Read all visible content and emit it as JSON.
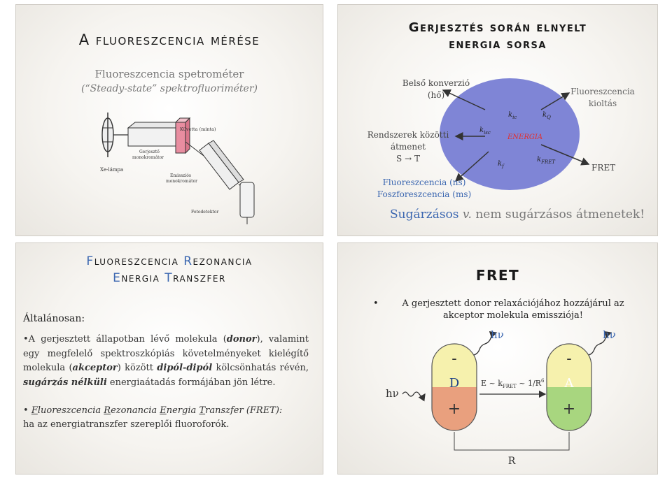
{
  "slide1": {
    "title": "A fluoreszcencia mérése",
    "subtitle": "Fluoreszcencia spetrométer",
    "subtitle2": "(“Steady-state” spektrofluoriméter)",
    "labels": {
      "cuvette": "Küvetta (minta)",
      "excitation_mono_1": "Gerjesztő",
      "excitation_mono_2": "monokromátor",
      "lamp": "Xe-lámpa",
      "emission_mono_1": "Emissziós",
      "emission_mono_2": "monokromátor",
      "detector": "Fotodetektor"
    }
  },
  "slide2": {
    "title_line1": "Gerjesztés során elnyelt",
    "title_line2": "energia sorsa",
    "internal_conversion_1": "Belső konverzió",
    "internal_conversion_2": "(hő)",
    "quenching_1": "Fluoreszcencia",
    "quenching_2": "kioltás",
    "isc_1": "Rendszerek közötti",
    "isc_2": "átmenet",
    "isc_3": "S",
    "isc_4": "T",
    "fluor_1": "Fluoreszcencia (ns)",
    "fluor_2": "Foszforeszcencia (ms)",
    "fret": "FRET",
    "energy": "ENERGIA",
    "k_ic": "k",
    "k_ic_sub": "ic",
    "k_q": "k",
    "k_q_sub": "Q",
    "k_isc": "k",
    "k_isc_sub": "isc",
    "k_f": "k",
    "k_f_sub": "f",
    "k_fret": "k",
    "k_fret_sub": "FRET",
    "footer_1": "Sugárzásos",
    "footer_2": "v.",
    "footer_3": "nem sugárzásos átmenetek!"
  },
  "slide3": {
    "title_w1_first": "F",
    "title_w1_rest": "luoreszcencia",
    "title_w2_first": "R",
    "title_w2_rest": "ezonancia",
    "title_w3_first": "E",
    "title_w3_rest": "nergia",
    "title_w4_first": "T",
    "title_w4_rest": "ranszfer",
    "heading": "Általánosan:",
    "p1_a": "A gerjesztett állapotban lévő molekula (",
    "p1_donor": "donor",
    "p1_b": "), valamint egy megfelelő spektroszkópiás követelményeket kielégítő molekula (",
    "p1_acceptor": "akceptor",
    "p1_c": ") között ",
    "p1_dipole": "dipól-dipól",
    "p1_d": " kölcsönhatás révén, ",
    "p1_nonrad": "sugárzás nélküli",
    "p1_e": " energiaátadás formájában jön létre.",
    "p2_F": "F",
    "p2_F_rest": "luoreszcencia ",
    "p2_R": "R",
    "p2_R_rest": "ezonancia ",
    "p2_E": "E",
    "p2_E_rest": "nergia ",
    "p2_T": "T",
    "p2_T_rest": "ranszfer (FRET):",
    "p2_tail": "ha az energiatranszfer szereplői fluoroforók."
  },
  "slide4": {
    "title": "FRET",
    "bullet_1": "A gerjesztett donor relaxációjához hozzájárul az",
    "bullet_2": "akceptor molekula emissziója!",
    "hv_in": "hν",
    "hv_donor": "hν",
    "hv_acceptor": "hν",
    "donor_minus": "-",
    "donor_label": "D",
    "donor_plus": "+",
    "acceptor_minus": "-",
    "acceptor_label": "A",
    "acceptor_plus": "+",
    "eq_a": "E ~ k",
    "eq_sub": "FRET",
    "eq_b": " ~ 1/R",
    "eq_sup": "6",
    "distance": "R"
  }
}
